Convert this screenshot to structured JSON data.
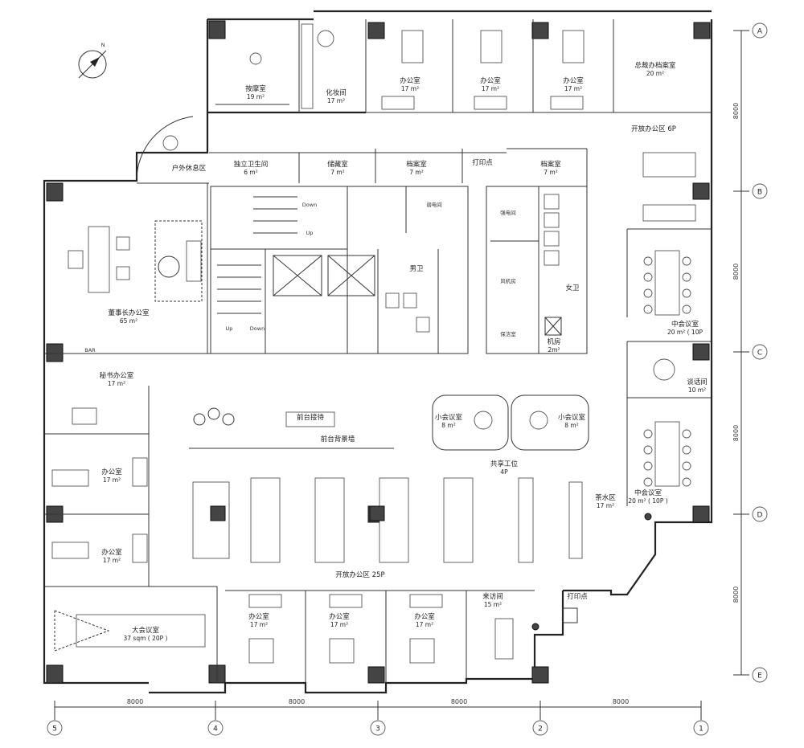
{
  "compass": {
    "north": "N"
  },
  "grid": {
    "rows": [
      {
        "id": "A"
      },
      {
        "id": "B"
      },
      {
        "id": "C"
      },
      {
        "id": "D"
      },
      {
        "id": "E"
      }
    ],
    "cols": [
      {
        "id": "5"
      },
      {
        "id": "4"
      },
      {
        "id": "3"
      },
      {
        "id": "2"
      },
      {
        "id": "1"
      }
    ],
    "row_spacing": [
      "8000",
      "8000",
      "8000",
      "8000"
    ],
    "col_spacing": [
      "8000",
      "8000",
      "8000",
      "8000"
    ]
  },
  "rooms": [
    {
      "key": "massage",
      "name": "按摩室",
      "area": "19 m²"
    },
    {
      "key": "makeup",
      "name": "化妆间",
      "area": "17 m²"
    },
    {
      "key": "office_top1",
      "name": "办公室",
      "area": "17 m²"
    },
    {
      "key": "office_top2",
      "name": "办公室",
      "area": "17 m²"
    },
    {
      "key": "office_top3",
      "name": "办公室",
      "area": "17 m²"
    },
    {
      "key": "ceo_archive",
      "name": "总裁办档案室",
      "area": "20 m²"
    },
    {
      "key": "outdoor",
      "name": "户外休息区",
      "area": ""
    },
    {
      "key": "private_wc",
      "name": "独立卫生间",
      "area": "6 m²"
    },
    {
      "key": "storage",
      "name": "储藏室",
      "area": "7 m²"
    },
    {
      "key": "archive1",
      "name": "档案室",
      "area": "7 m²"
    },
    {
      "key": "print1",
      "name": "打印点",
      "area": ""
    },
    {
      "key": "archive2",
      "name": "档案室",
      "area": "7 m²"
    },
    {
      "key": "open6",
      "name": "开放办公区 6P",
      "area": ""
    },
    {
      "key": "chairman",
      "name": "董事长办公室",
      "area": "65 m²"
    },
    {
      "key": "male_wc",
      "name": "男卫",
      "area": ""
    },
    {
      "key": "female_wc",
      "name": "女卫",
      "area": ""
    },
    {
      "key": "machine",
      "name": "机房",
      "area": "2m²"
    },
    {
      "key": "mid_meet1",
      "name": "中会议室",
      "area": "20 m² ( 10P"
    },
    {
      "key": "talk",
      "name": "谈话间",
      "area": "10 m²"
    },
    {
      "key": "secretary",
      "name": "秘书办公室",
      "area": "17 m²"
    },
    {
      "key": "reception",
      "name": "前台接待",
      "area": ""
    },
    {
      "key": "reception_wall",
      "name": "前台背景墙",
      "area": ""
    },
    {
      "key": "small_meet1",
      "name": "小会议室",
      "area": "8 m²"
    },
    {
      "key": "small_meet2",
      "name": "小会议室",
      "area": "8 m²"
    },
    {
      "key": "mid_meet2",
      "name": "中会议室",
      "area": "20 m² ( 10P )"
    },
    {
      "key": "shared",
      "name": "共享工位",
      "area": "4P"
    },
    {
      "key": "tea",
      "name": "茶水区",
      "area": "17 m²"
    },
    {
      "key": "office_left1",
      "name": "办公室",
      "area": "17 m²"
    },
    {
      "key": "office_left2",
      "name": "办公室",
      "area": "17 m²"
    },
    {
      "key": "open25",
      "name": "开放办公区 25P",
      "area": ""
    },
    {
      "key": "big_meet",
      "name": "大会议室",
      "area": "37 sqm ( 20P )"
    },
    {
      "key": "office_bot1",
      "name": "办公室",
      "area": "17 m²"
    },
    {
      "key": "office_bot2",
      "name": "办公室",
      "area": "17 m²"
    },
    {
      "key": "office_bot3",
      "name": "办公室",
      "area": "17 m²"
    },
    {
      "key": "visitor",
      "name": "来访间",
      "area": "15 m²"
    },
    {
      "key": "print2",
      "name": "打印点",
      "area": ""
    }
  ],
  "core_labels": {
    "down1": "Down",
    "up1": "Up",
    "up2": "Up",
    "down2": "Down",
    "weak_elec": "弱电间",
    "strong_elec": "强电间",
    "fan_room": "风机房",
    "cleaning": "保洁室",
    "bar": "BAR"
  }
}
